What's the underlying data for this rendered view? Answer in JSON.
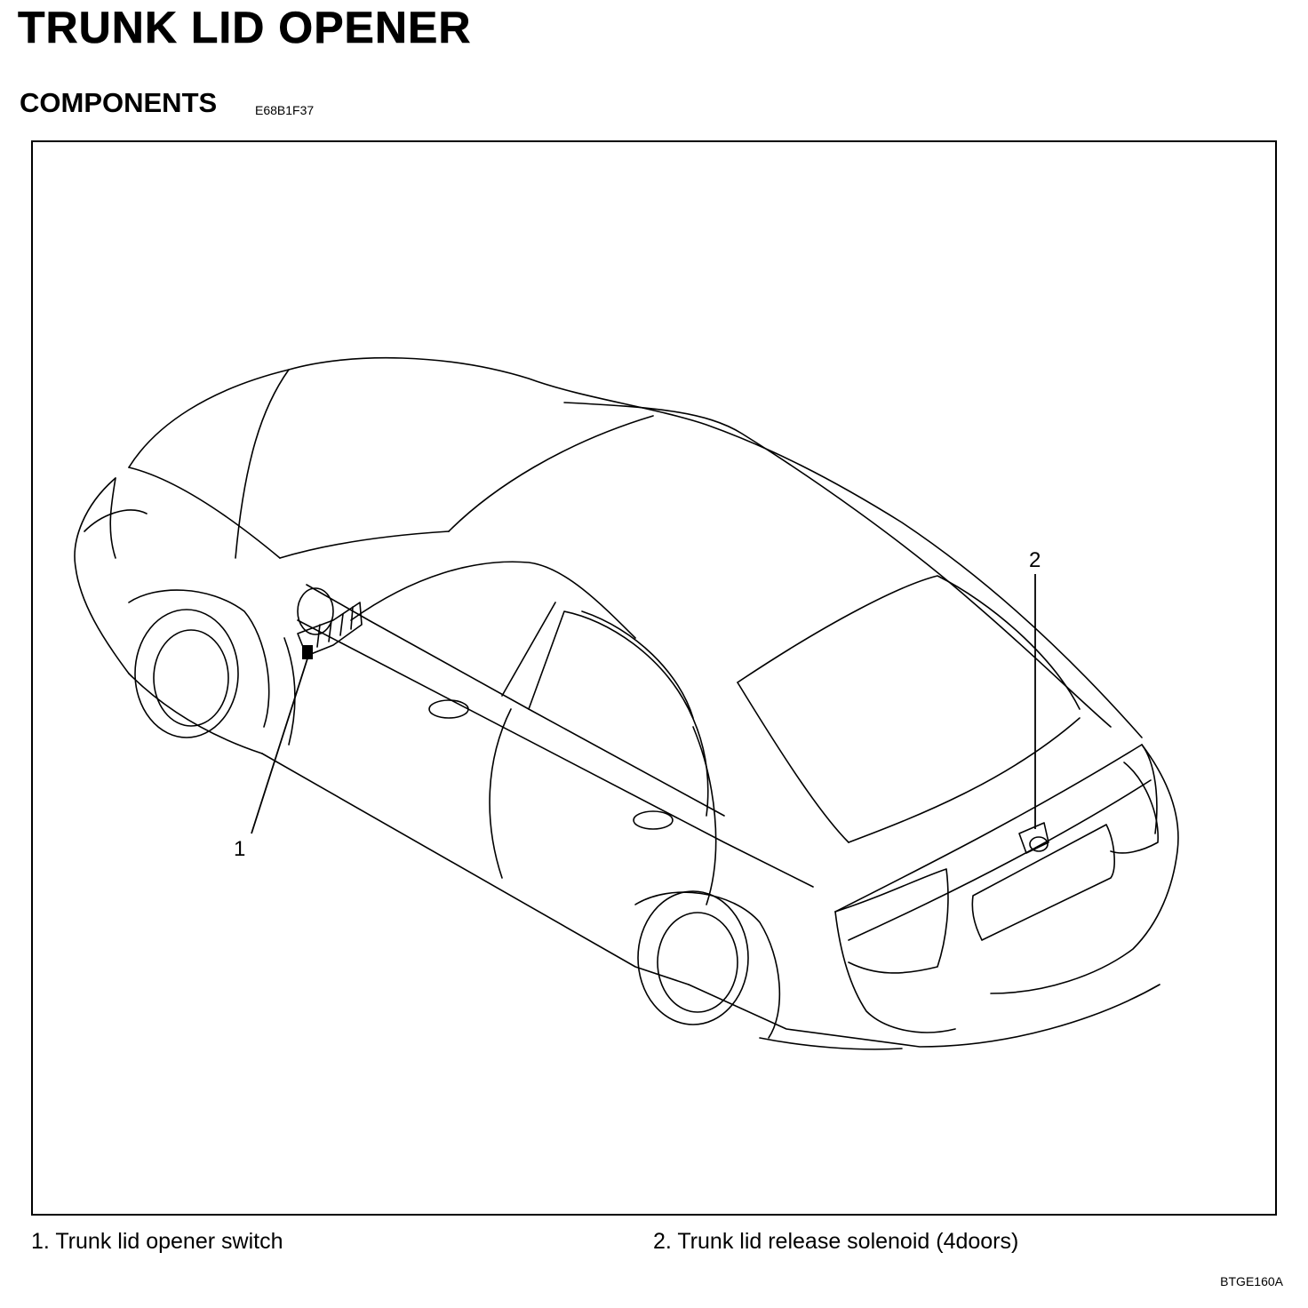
{
  "page": {
    "title": "TRUNK LID OPENER",
    "section": "COMPONENTS",
    "section_code": "E68B1F37"
  },
  "figure": {
    "callouts": [
      "1",
      "2"
    ],
    "figure_id": "BTGE160A"
  },
  "legend": [
    {
      "label": "1.  Trunk lid opener switch"
    },
    {
      "label": "2.  Trunk lid release solenoid (4doors)"
    }
  ]
}
